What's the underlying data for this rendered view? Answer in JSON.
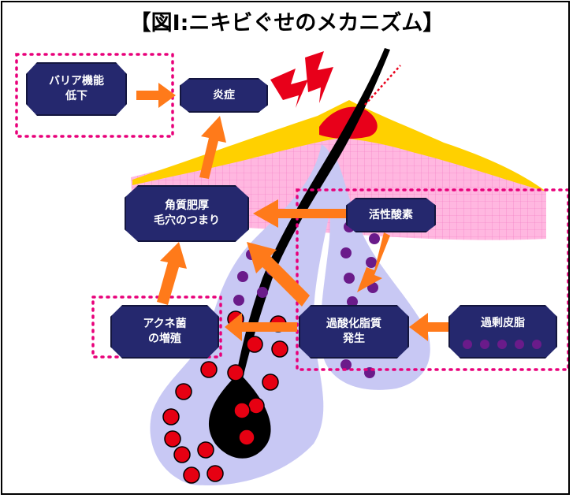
{
  "title": "【図Ⅰ:ニキビぐせのメカニズム】",
  "nodes": {
    "barrier": "バリア機能\n低下",
    "inflammation": "炎症",
    "keratin": "角質肥厚\n毛穴のつまり",
    "ros": "活性酸素",
    "acne": "アクネ菌\nの増殖",
    "peroxide": "過酸化脂質\n発生",
    "sebum": "過剰皮脂"
  },
  "colors": {
    "node_fill": "#25286e",
    "arrow": "#ff7a1a",
    "dotted_box": "#e8007a",
    "skin_surface": "#ffd000",
    "dermis": "#ff9fd6",
    "follicle": "#c8c8f4",
    "hair": "#000000",
    "inflamed_spot": "#e8001a",
    "bacteria": "#e60012",
    "sebum_dot": "#6a1b8a"
  },
  "icons": [
    "lightning-bolt-icon",
    "bacteria-icon",
    "sebum-dot-icon"
  ]
}
